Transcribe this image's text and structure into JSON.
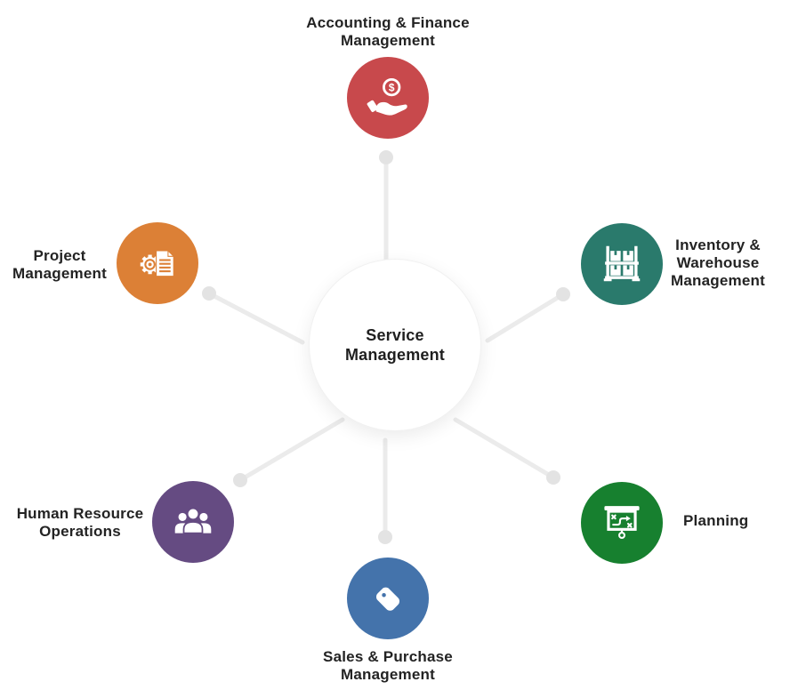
{
  "diagram": {
    "title_hidden": "",
    "center": {
      "label": "Service Management",
      "background": "#ffffff"
    },
    "nodes": [
      {
        "id": "accounting",
        "label": "Accounting & Finance Management",
        "color": "#C8494C",
        "icon": "hand-holding-dollar-icon"
      },
      {
        "id": "project",
        "label": "Project Management",
        "color": "#DC8036",
        "icon": "gear-document-icon"
      },
      {
        "id": "inventory",
        "label": "Inventory & Warehouse Management",
        "color": "#2A7A6C",
        "icon": "warehouse-shelf-icon"
      },
      {
        "id": "hr",
        "label": "Human Resource Operations",
        "color": "#654B82",
        "icon": "people-group-icon"
      },
      {
        "id": "planning",
        "label": "Planning",
        "color": "#17802F",
        "icon": "strategy-board-icon"
      },
      {
        "id": "sales",
        "label": "Sales & Purchase Management",
        "color": "#4473AB",
        "icon": "price-tag-icon"
      }
    ],
    "icon_glyphs": {
      "dollar": "$"
    },
    "connectors": {
      "line_color": "#EBEBEB",
      "dot_color": "#E3E3E3"
    }
  }
}
